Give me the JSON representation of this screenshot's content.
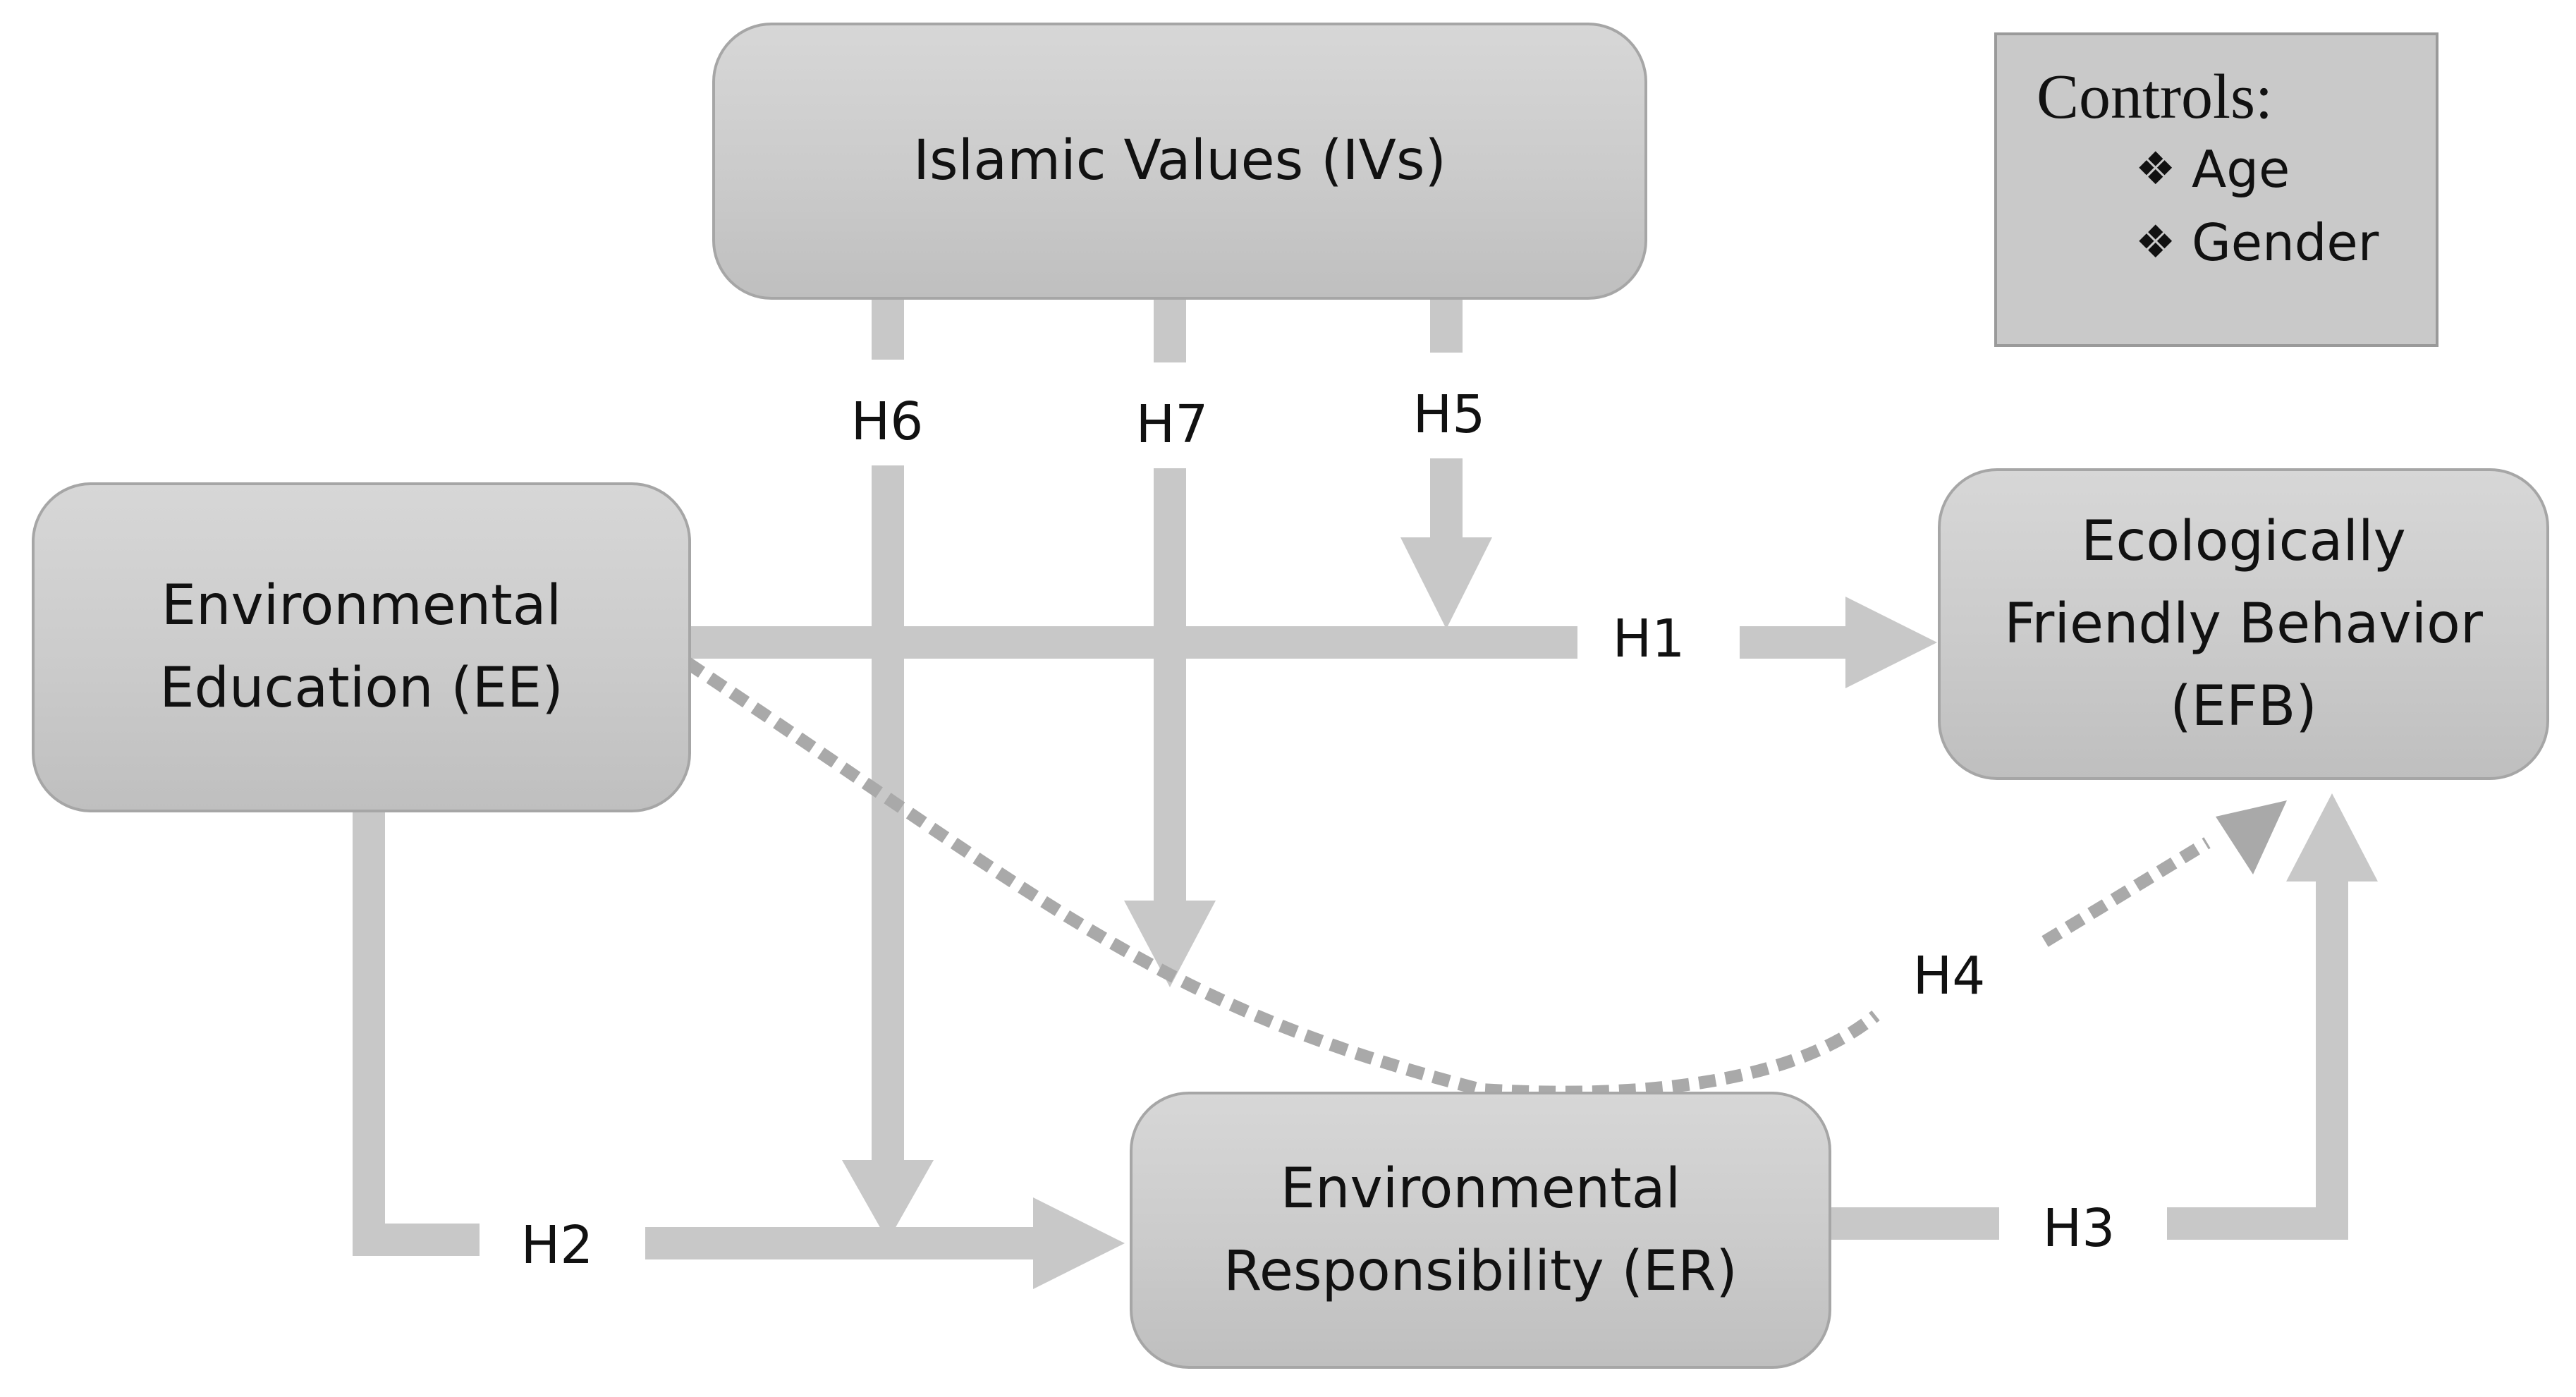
{
  "nodes": {
    "iv": "Islamic Values (IVs)",
    "ee": "Environmental\nEducation (EE)",
    "efb": "Ecologically\nFriendly Behavior\n(EFB)",
    "er": "Environmental\nResponsibility (ER)"
  },
  "controls": {
    "title": "Controls:",
    "items": [
      "Age",
      "Gender"
    ],
    "bullet_icon": "four-diamond-bullet-icon"
  },
  "hypotheses": {
    "h1": "H1",
    "h2": "H2",
    "h3": "H3",
    "h4": "H4",
    "h5": "H5",
    "h6": "H6",
    "h7": "H7"
  },
  "colors": {
    "arrow": "#c8c8c8",
    "dashed_arrow": "#a9a9a9",
    "box_fill": "#cbcbcb",
    "box_border": "#a6a6a6"
  }
}
